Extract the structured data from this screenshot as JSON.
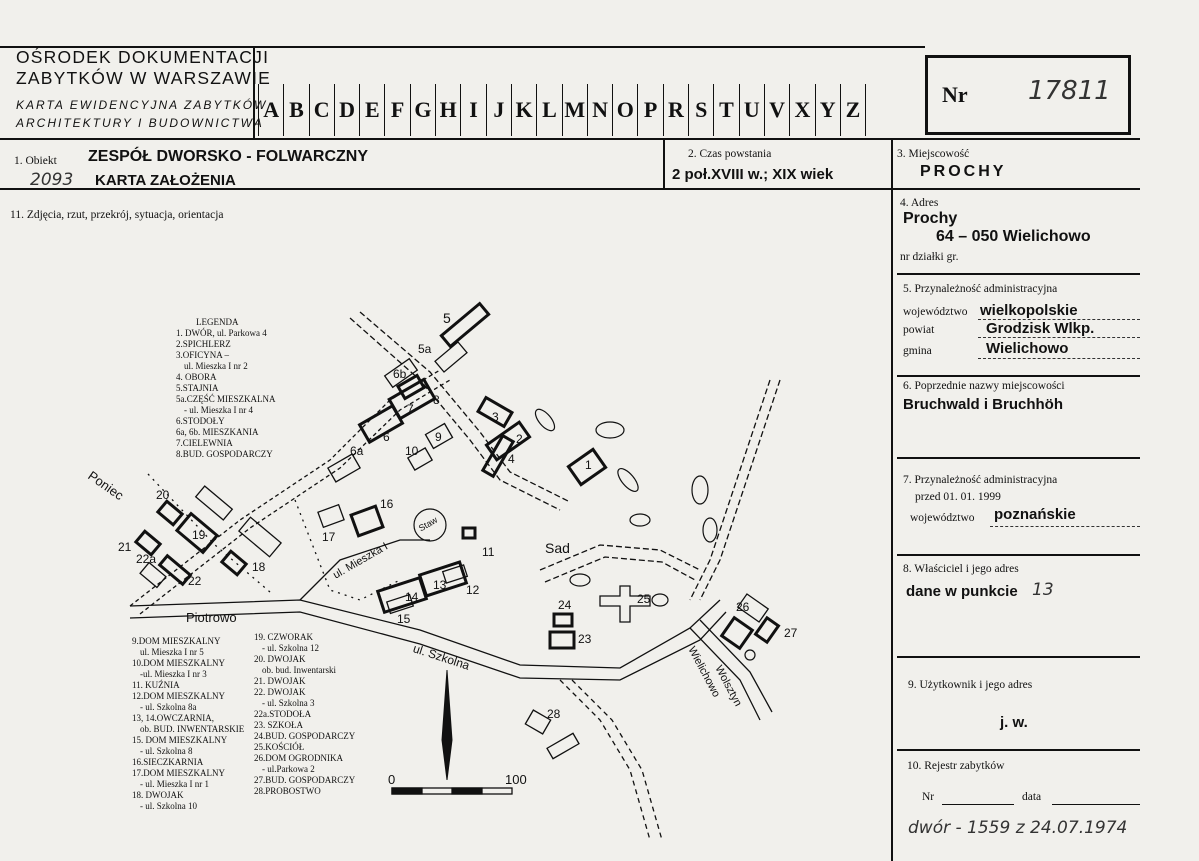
{
  "header": {
    "institution_line1": "OŚRODEK DOKUMENTACJI",
    "institution_line2": "ZABYTKÓW W WARSZAWIE",
    "card_type_line1": "KARTA EWIDENCYJNA ZABYTKÓW",
    "card_type_line2": "ARCHITEKTURY I BUDOWNICTWA",
    "letters": [
      "A",
      "B",
      "C",
      "D",
      "E",
      "F",
      "G",
      "H",
      "I",
      "J",
      "K",
      "L",
      "M",
      "N",
      "O",
      "P",
      "R",
      "S",
      "T",
      "U",
      "V",
      "X",
      "Y",
      "Z"
    ],
    "nr_label": "Nr",
    "nr_value": "17811"
  },
  "fields": {
    "obiekt_label": "1. Obiekt",
    "obiekt_line1": "ZESPÓŁ DWORSKO - FOLWARCZNY",
    "obiekt_line2": "KARTA ZAŁOŻENIA",
    "obiekt_handnum": "2093",
    "czas_label": "2. Czas powstania",
    "czas_value": "2 poł.XVIII w.; XIX wiek",
    "miejscowosc_label": "3. Miejscowość",
    "miejscowosc_value": "PROCHY",
    "zdjecia_label": "11. Zdjęcia, rzut, przekrój, sytuacja, orientacja",
    "adres_label": "4. Adres",
    "adres_line1": "Prochy",
    "adres_line2": "64 – 050 Wielichowo",
    "dzialka_label": "nr działki gr.",
    "przynal_label": "5. Przynależność administracyjna",
    "woj_label": "województwo",
    "woj_value": "wielkopolskie",
    "powiat_label": "powiat",
    "powiat_value": "Grodzisk Wlkp.",
    "gmina_label": "gmina",
    "gmina_value": "Wielichowo",
    "poprz_label": "6. Poprzednie nazwy miejscowości",
    "poprz_value": "Bruchwald i Bruchhöh",
    "przynal99_label1": "7.  Przynależność administracyjna",
    "przynal99_label2": "przed 01. 01. 1999",
    "woj99_label": "województwo",
    "woj99_value": "poznańskie",
    "wlasciciel_label": "8. Właściciel i jego adres",
    "wlasciciel_value": "dane w punkcie",
    "wlasciciel_num": "13",
    "uzytkownik_label": "9.  Użytkownik i jego adres",
    "uzytkownik_value": "j. w.",
    "rejestr_label": "10. Rejestr zabytków",
    "rejestr_nr": "Nr",
    "rejestr_data": "data",
    "footer_hand": "dwór - 1559  z  24.07.1974"
  },
  "map": {
    "legend_title": "LEGENDA",
    "legend_col1": [
      "1. DWÓR, ul. Parkowa 4",
      "2.SPICHLERZ",
      "3.OFICYNA –",
      "ul. Mieszka I nr 2",
      "4. OBORA",
      "5.STAJNIA",
      "5a.CZĘŚĆ MIESZKALNA",
      "- ul. Mieszka I nr 4",
      "6.STODOŁY",
      "6a, 6b. MIESZKANIA",
      "7.CIELEWNIA",
      "8.BUD. GOSPODARCZY"
    ],
    "legend_col2": [
      "9.DOM MIESZKALNY",
      "ul. Mieszka I nr 5",
      "10.DOM MIESZKALNY",
      "-ul. Mieszka I nr 3",
      "11. KUŹNIA",
      "12.DOM MIESZKALNY",
      "- ul. Szkolna 8a",
      "13, 14.OWCZARNIA,",
      "ob. BUD. INWENTARSKIE",
      "15. DOM MIESZKALNY",
      "- ul. Szkolna 8",
      "16.SIECZKARNIA",
      "17.DOM MIESZKALNY",
      "- ul. Mieszka I nr 1",
      "18. DWOJAK",
      "- ul. Szkolna 10"
    ],
    "legend_col3": [
      "19. CZWORAK",
      "- ul. Szkolna 12",
      "20. DWOJAK",
      "ob. bud. Inwentarski",
      "21. DWOJAK",
      "22. DWOJAK",
      "- ul. Szkolna 3",
      "22a.STODOŁA",
      "23. SZKOŁA",
      "24.BUD. GOSPODARCZY",
      "25.KOŚCIÓŁ",
      "26.DOM OGRODNIKA",
      "- ul.Parkowa 2",
      "27.BUD. GOSPODARCZY",
      "28.PROBOSTWO"
    ],
    "road_poniec": "Poniec",
    "road_piotrowo": "Piotrowo",
    "road_szkolna": "ul. Szkolna",
    "road_mieszka": "ul. Mieszka I",
    "road_wielichowo": "Wielichowo",
    "road_wolsztyn": "Wolsztyn",
    "sad": "Sad",
    "staw": "Staw",
    "scale_0": "0",
    "scale_100": "100",
    "numbers": [
      "1",
      "2",
      "3",
      "4",
      "5",
      "5a",
      "6",
      "6a",
      "6b",
      "7",
      "8",
      "9",
      "10",
      "11",
      "12",
      "13",
      "14",
      "15",
      "16",
      "17",
      "18",
      "19",
      "20",
      "21",
      "22",
      "22a",
      "23",
      "24",
      "25",
      "26",
      "27",
      "28"
    ]
  }
}
